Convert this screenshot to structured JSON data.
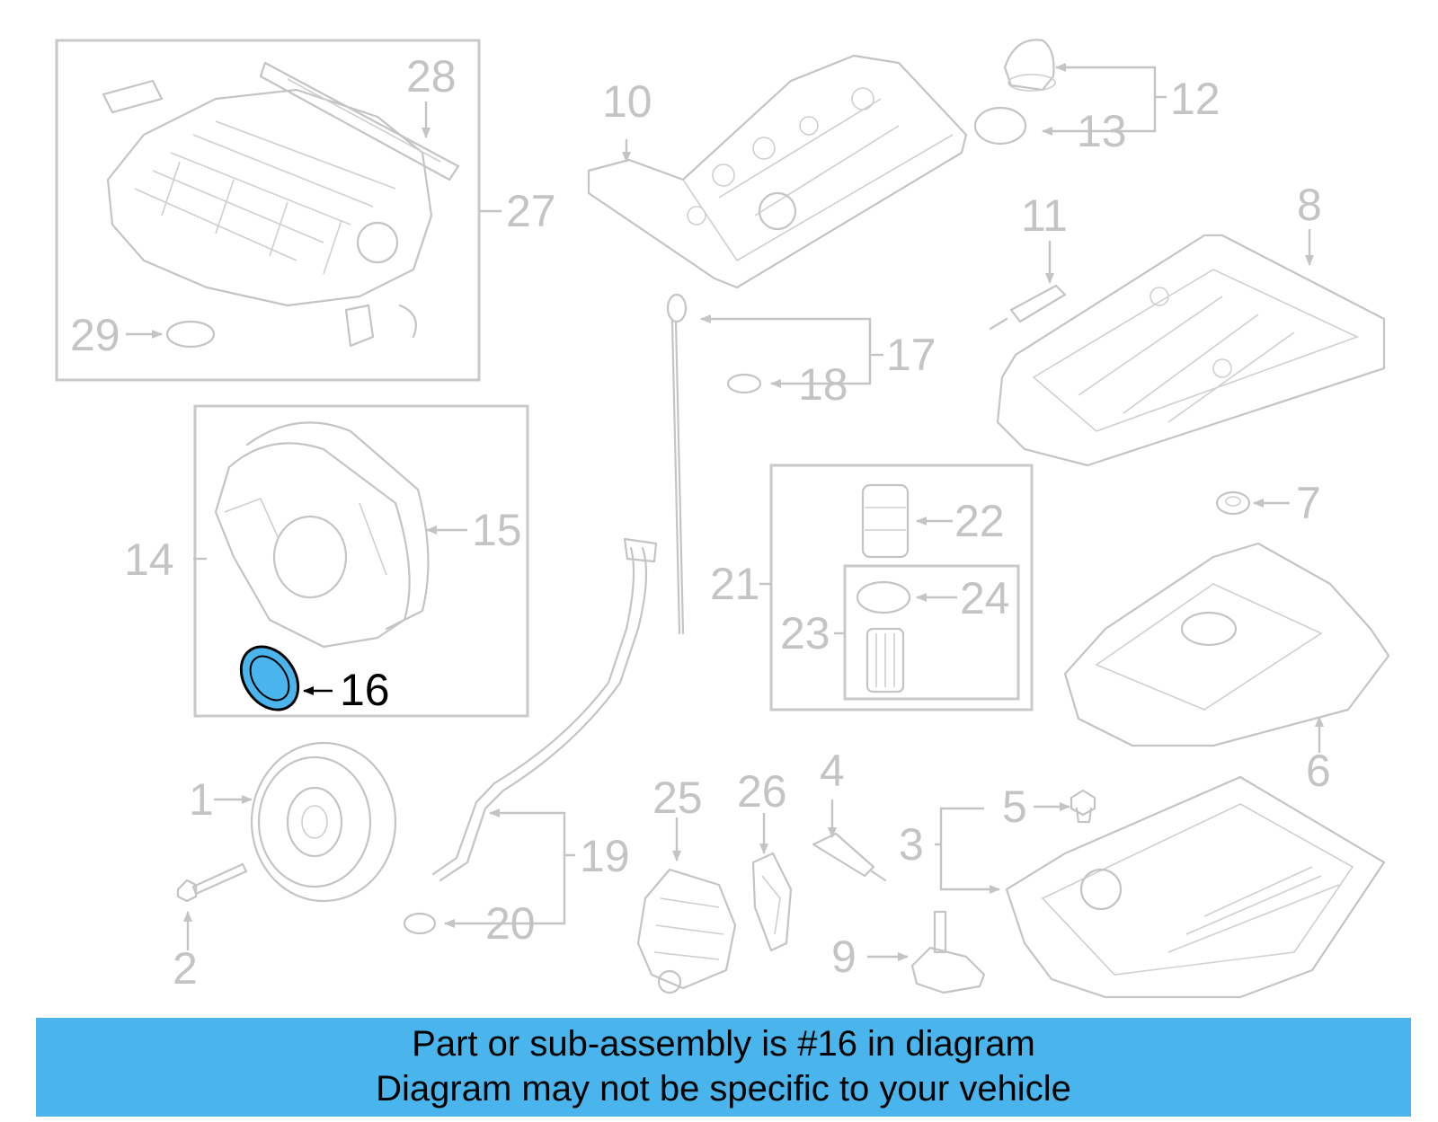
{
  "callouts": {
    "c1": "1",
    "c2": "2",
    "c3": "3",
    "c4": "4",
    "c5": "5",
    "c6": "6",
    "c7": "7",
    "c8": "8",
    "c9": "9",
    "c10": "10",
    "c11": "11",
    "c12": "12",
    "c13": "13",
    "c14": "14",
    "c15": "15",
    "c16": "16",
    "c17": "17",
    "c18": "18",
    "c19": "19",
    "c20": "20",
    "c21": "21",
    "c22": "22",
    "c23": "23",
    "c24": "24",
    "c25": "25",
    "c26": "26",
    "c27": "27",
    "c28": "28",
    "c29": "29"
  },
  "highlight": {
    "part_number": "16",
    "color": "#4ab5ec"
  },
  "colors": {
    "parts": "#c4c4c4",
    "banner": "#4ab5ec"
  },
  "caption": {
    "line1": "Part or sub-assembly is #16 in diagram",
    "line2": "Diagram may not be specific to your vehicle"
  }
}
